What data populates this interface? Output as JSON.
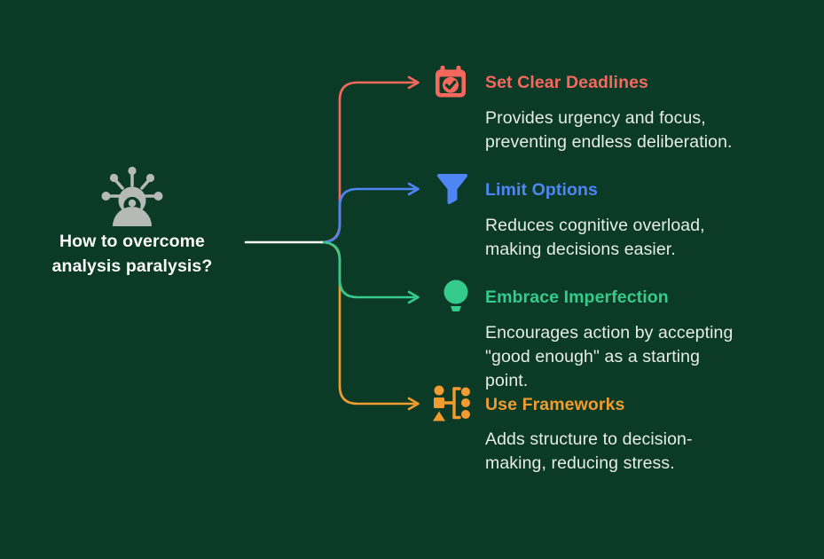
{
  "background_color": "#0b3a27",
  "root": {
    "question": "How to overcome\nanalysis paralysis?",
    "text_color": "#fafaf8",
    "icon": "overwhelmed-person-icon",
    "icon_color": "#b5bab6",
    "trunk_color": "#f5f7f5"
  },
  "description_color": "#e6ece7",
  "branches": [
    {
      "title": "Set Clear Deadlines",
      "description": "Provides urgency and focus,\npreventing endless deliberation.",
      "color": "#f4685e",
      "icon": "calendar-check-icon"
    },
    {
      "title": "Limit Options",
      "description": "Reduces cognitive overload,\nmaking decisions easier.",
      "color": "#4f86f5",
      "icon": "funnel-icon"
    },
    {
      "title": "Embrace Imperfection",
      "description": "Encourages action by accepting\n\"good enough\" as a starting\npoint.",
      "color": "#35cb8d",
      "icon": "lightbulb-icon"
    },
    {
      "title": "Use Frameworks",
      "description": "Adds structure to decision-\nmaking, reducing stress.",
      "color": "#f29b2e",
      "icon": "frameworks-icon"
    }
  ]
}
